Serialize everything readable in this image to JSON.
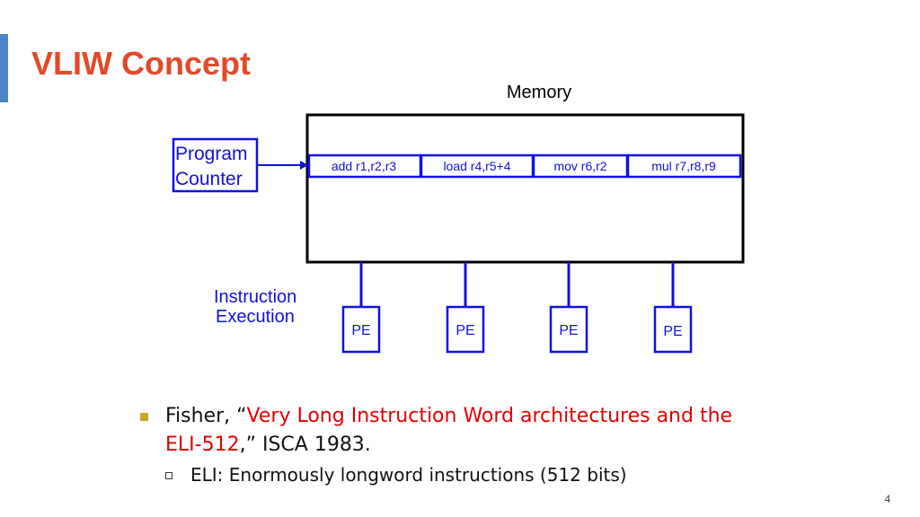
{
  "slide": {
    "title": "VLIW Concept",
    "page_number": "4"
  },
  "diagram": {
    "memory_label": "Memory",
    "pc_label_line1": "Program",
    "pc_label_line2": "Counter",
    "exec_label_line1": "Instruction",
    "exec_label_line2": "Execution",
    "instructions": [
      "add r1,r2,r3",
      "load r4,r5+4",
      "mov r6,r2",
      "mul r7,r8,r9"
    ],
    "pe_labels": [
      "PE",
      "PE",
      "PE",
      "PE"
    ],
    "colors": {
      "blue": "#1111dd",
      "black": "#000000"
    }
  },
  "bullets": {
    "main_prefix": "Fisher, “",
    "main_red_1": "Very Long Instruction Word architectures and the",
    "main_red_2": "ELI-512",
    "main_suffix": ",” ISCA 1983.",
    "sub_item": "ELI: Enormously longword instructions (512 bits)",
    "colors": {
      "bullet": "#c9a227",
      "citation": "#e00000"
    }
  }
}
